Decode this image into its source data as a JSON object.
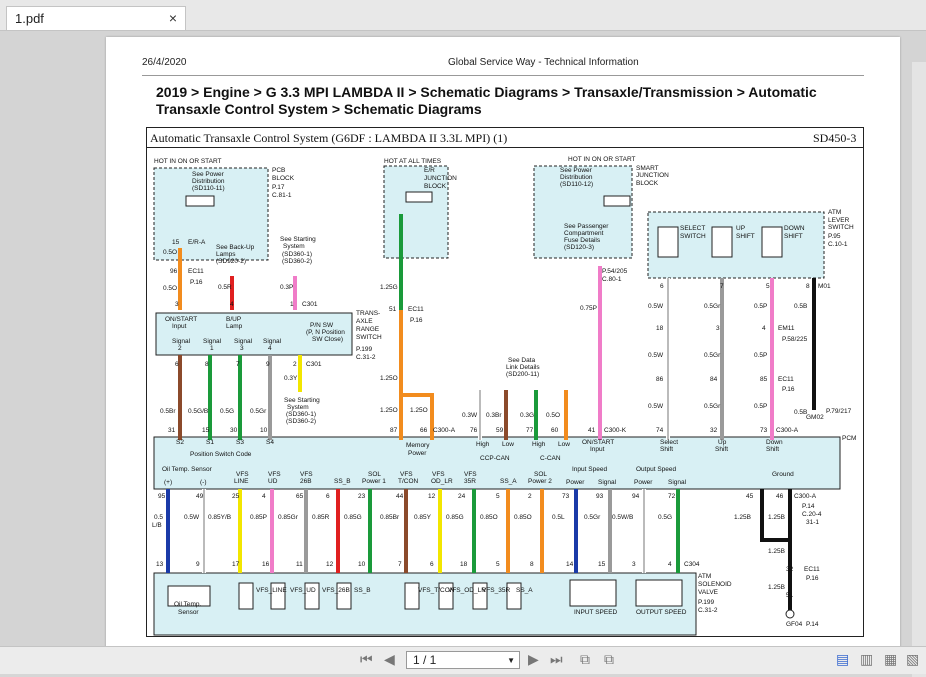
{
  "tab": {
    "title": "1.pdf",
    "close": "×"
  },
  "header": {
    "date": "26/4/2020",
    "site": "Global Service Way - Technical Information",
    "breadcrumb_line1": "2019 > Engine > G 3.3 MPI LAMBDA II > Schematic Diagrams > Transaxle/Transmission > Automatic",
    "breadcrumb_line2": "Transaxle Control System > Schematic Diagrams"
  },
  "diagram": {
    "title": "Automatic Transaxle Control System (G6DF : LAMBDA II 3.3L MPI) (1)",
    "code": "SD450-3",
    "texts": [
      [
        "HOT IN ON OR START",
        154,
        163
      ],
      [
        "HOT AT ALL TIMES",
        384,
        163
      ],
      [
        "HOT IN ON OR START",
        568,
        161
      ],
      [
        "See Power",
        192,
        176
      ],
      [
        "Distribution",
        192,
        183
      ],
      [
        "(SD110-11)",
        192,
        190
      ],
      [
        "PCB",
        272,
        172
      ],
      [
        "BLOCK",
        272,
        180
      ],
      [
        "P.17",
        272,
        189
      ],
      [
        "C.81-1",
        272,
        197
      ],
      [
        "E/R",
        424,
        172
      ],
      [
        "JUNCTION",
        424,
        180
      ],
      [
        "BLOCK",
        424,
        188
      ],
      [
        "See Power",
        560,
        172
      ],
      [
        "Distribution",
        560,
        179
      ],
      [
        "(SD110-12)",
        560,
        186
      ],
      [
        "SMART",
        636,
        170
      ],
      [
        "JUNCTION",
        636,
        177
      ],
      [
        "BLOCK",
        636,
        185
      ],
      [
        "See Passenger",
        564,
        228
      ],
      [
        "Compartment",
        564,
        235
      ],
      [
        "Fuse Details",
        564,
        242
      ],
      [
        "(SD120-3)",
        564,
        249
      ],
      [
        "P.54/205",
        602,
        273
      ],
      [
        "C.80-1",
        602,
        281
      ],
      [
        "ATM",
        828,
        214
      ],
      [
        "LEVER",
        828,
        222
      ],
      [
        "SWITCH",
        828,
        229
      ],
      [
        "P.95",
        828,
        238
      ],
      [
        "C.10-1",
        828,
        246
      ],
      [
        "SELECT",
        680,
        230
      ],
      [
        "SWITCH",
        680,
        238
      ],
      [
        "UP",
        736,
        230
      ],
      [
        "SHIFT",
        736,
        238
      ],
      [
        "DOWN",
        784,
        230
      ],
      [
        "SHIFT",
        784,
        238
      ],
      [
        "15",
        172,
        244
      ],
      [
        "E/R-A",
        188,
        244
      ],
      [
        "0.5O",
        163,
        254
      ],
      [
        "96",
        170,
        273
      ],
      [
        "EC11",
        188,
        273
      ],
      [
        "P.16",
        190,
        284
      ],
      [
        "0.5O",
        163,
        290
      ],
      [
        "3",
        175,
        306
      ],
      [
        "See Back-Up",
        216,
        249
      ],
      [
        "Lamps",
        216,
        256
      ],
      [
        "(SD920-2)",
        216,
        263
      ],
      [
        "0.5R",
        218,
        289
      ],
      [
        "4",
        230,
        306
      ],
      [
        "See Starting",
        280,
        241
      ],
      [
        "System",
        283,
        248
      ],
      [
        "(SD360-1)",
        282,
        256
      ],
      [
        "(SD360-2)",
        282,
        263
      ],
      [
        "0.3P",
        280,
        289
      ],
      [
        "1",
        290,
        306
      ],
      [
        "C301",
        302,
        306
      ],
      [
        "1.25G",
        380,
        289
      ],
      [
        "51",
        389,
        311
      ],
      [
        "EC11",
        408,
        311
      ],
      [
        "P.16",
        410,
        322
      ],
      [
        "TRANS-",
        356,
        315
      ],
      [
        "AXLE",
        356,
        323
      ],
      [
        "RANGE",
        356,
        331
      ],
      [
        "SWITCH",
        356,
        339
      ],
      [
        "P.199",
        356,
        351
      ],
      [
        "C.31-2",
        356,
        359
      ],
      [
        "ON/START",
        165,
        321
      ],
      [
        "Input",
        172,
        328
      ],
      [
        "B/UP",
        226,
        321
      ],
      [
        "Lamp",
        226,
        328
      ],
      [
        "P/N SW",
        310,
        327
      ],
      [
        "(P, N Position",
        306,
        334
      ],
      [
        "SW Close)",
        312,
        341
      ],
      [
        "Signal",
        172,
        343
      ],
      [
        "Signal",
        203,
        343
      ],
      [
        "Signal",
        234,
        343
      ],
      [
        "Signal",
        263,
        343
      ],
      [
        "2",
        178,
        350
      ],
      [
        "1",
        210,
        350
      ],
      [
        "3",
        240,
        350
      ],
      [
        "4",
        268,
        350
      ],
      [
        "6",
        175,
        366
      ],
      [
        "8",
        205,
        366
      ],
      [
        "7",
        236,
        366
      ],
      [
        "9",
        266,
        366
      ],
      [
        "2",
        293,
        366
      ],
      [
        "C301",
        306,
        366
      ],
      [
        "0.3Y",
        284,
        380
      ],
      [
        "See Starting",
        284,
        402
      ],
      [
        "System",
        287,
        409
      ],
      [
        "(SD360-1)",
        286,
        416
      ],
      [
        "(SD360-2)",
        286,
        423
      ],
      [
        "1.25O",
        380,
        380
      ],
      [
        "1.25O",
        380,
        412
      ],
      [
        "1.25O",
        410,
        412
      ],
      [
        "0.5Br",
        160,
        413
      ],
      [
        "0.5G/B",
        188,
        413
      ],
      [
        "0.5G",
        220,
        413
      ],
      [
        "0.5Gr",
        250,
        413
      ],
      [
        "31",
        168,
        432
      ],
      [
        "15",
        202,
        432
      ],
      [
        "30",
        230,
        432
      ],
      [
        "10",
        260,
        432
      ],
      [
        "87",
        390,
        432
      ],
      [
        "66",
        420,
        432
      ],
      [
        "C300-A",
        433,
        432
      ],
      [
        "See Data",
        508,
        362
      ],
      [
        "Link Details",
        506,
        369
      ],
      [
        "(SD200-11)",
        506,
        376
      ],
      [
        "0.3W",
        462,
        417
      ],
      [
        "0.3Br",
        486,
        417
      ],
      [
        "0.3G",
        520,
        417
      ],
      [
        "0.5O",
        546,
        417
      ],
      [
        "76",
        470,
        432
      ],
      [
        "59",
        496,
        432
      ],
      [
        "77",
        526,
        432
      ],
      [
        "60",
        551,
        432
      ],
      [
        "0.75P",
        580,
        310
      ],
      [
        "41",
        588,
        432
      ],
      [
        "C300-K",
        604,
        432
      ],
      [
        "6",
        660,
        288
      ],
      [
        "7",
        720,
        288
      ],
      [
        "5",
        766,
        288
      ],
      [
        "8",
        806,
        288
      ],
      [
        "M01",
        818,
        288
      ],
      [
        "0.5W",
        648,
        308
      ],
      [
        "0.5Gr",
        704,
        308
      ],
      [
        "0.5P",
        754,
        308
      ],
      [
        "0.5B",
        794,
        308
      ],
      [
        "18",
        656,
        330
      ],
      [
        "3",
        716,
        330
      ],
      [
        "4",
        762,
        330
      ],
      [
        "EM11",
        778,
        330
      ],
      [
        "P.58/225",
        782,
        341
      ],
      [
        "0.5W",
        648,
        357
      ],
      [
        "0.5Gr",
        704,
        357
      ],
      [
        "0.5P",
        754,
        357
      ],
      [
        "86",
        656,
        381
      ],
      [
        "84",
        710,
        381
      ],
      [
        "85",
        760,
        381
      ],
      [
        "EC11",
        778,
        381
      ],
      [
        "P.16",
        782,
        391
      ],
      [
        "0.5W",
        648,
        408
      ],
      [
        "0.5Gr",
        704,
        408
      ],
      [
        "0.5P",
        754,
        408
      ],
      [
        "0.5B",
        794,
        414
      ],
      [
        "P.79/217",
        826,
        413
      ],
      [
        "74",
        656,
        432
      ],
      [
        "32",
        710,
        432
      ],
      [
        "73",
        760,
        432
      ],
      [
        "C300-A",
        776,
        432
      ],
      [
        "GM02",
        806,
        419
      ],
      [
        "S2",
        176,
        444
      ],
      [
        "S1",
        206,
        444
      ],
      [
        "S3",
        236,
        444
      ],
      [
        "S4",
        266,
        444
      ],
      [
        "Position Switch Code",
        190,
        456
      ],
      [
        "Memory",
        406,
        447
      ],
      [
        "Power",
        408,
        455
      ],
      [
        "High",
        476,
        446
      ],
      [
        "Low",
        502,
        446
      ],
      [
        "CCP-CAN",
        480,
        460
      ],
      [
        "High",
        532,
        446
      ],
      [
        "Low",
        558,
        446
      ],
      [
        "C-CAN",
        540,
        460
      ],
      [
        "ON/START",
        582,
        444
      ],
      [
        "Input",
        590,
        451
      ],
      [
        "Select",
        660,
        444
      ],
      [
        "Shift",
        660,
        451
      ],
      [
        "Up",
        718,
        444
      ],
      [
        "Shift",
        715,
        451
      ],
      [
        "Down",
        766,
        444
      ],
      [
        "Shift",
        766,
        451
      ],
      [
        "PCM",
        842,
        440
      ],
      [
        "Oil Temp. Sensor",
        162,
        471
      ],
      [
        "(+)",
        164,
        484
      ],
      [
        "(-)",
        200,
        484
      ],
      [
        "VFS",
        236,
        476
      ],
      [
        "LINE",
        234,
        483
      ],
      [
        "VFS",
        268,
        476
      ],
      [
        "UD",
        268,
        483
      ],
      [
        "VFS",
        300,
        476
      ],
      [
        "26B",
        300,
        483
      ],
      [
        "SS_B",
        334,
        483
      ],
      [
        "SOL",
        368,
        476
      ],
      [
        "Power 1",
        362,
        483
      ],
      [
        "VFS",
        400,
        476
      ],
      [
        "T/CON",
        398,
        483
      ],
      [
        "VFS",
        432,
        476
      ],
      [
        "OD_LR",
        431,
        483
      ],
      [
        "VFS",
        464,
        476
      ],
      [
        "35R",
        464,
        483
      ],
      [
        "SS_A",
        500,
        483
      ],
      [
        "SOL",
        534,
        476
      ],
      [
        "Power 2",
        528,
        483
      ],
      [
        "Input Speed",
        572,
        471
      ],
      [
        "Power",
        566,
        484
      ],
      [
        "Signal",
        598,
        484
      ],
      [
        "Output Speed",
        636,
        471
      ],
      [
        "Power",
        634,
        484
      ],
      [
        "Signal",
        668,
        484
      ],
      [
        "Ground",
        772,
        476
      ],
      [
        "95",
        158,
        498
      ],
      [
        "49",
        196,
        498
      ],
      [
        "25",
        232,
        498
      ],
      [
        "4",
        262,
        498
      ],
      [
        "65",
        296,
        498
      ],
      [
        "6",
        326,
        498
      ],
      [
        "23",
        358,
        498
      ],
      [
        "44",
        396,
        498
      ],
      [
        "12",
        428,
        498
      ],
      [
        "24",
        458,
        498
      ],
      [
        "5",
        496,
        498
      ],
      [
        "2",
        528,
        498
      ],
      [
        "73",
        562,
        498
      ],
      [
        "93",
        596,
        498
      ],
      [
        "94",
        632,
        498
      ],
      [
        "72",
        668,
        498
      ],
      [
        "45",
        746,
        498
      ],
      [
        "46",
        776,
        498
      ],
      [
        "C300-A",
        794,
        498
      ],
      [
        "0.5",
        154,
        519
      ],
      [
        "L/B",
        152,
        527
      ],
      [
        "0.5W",
        184,
        519
      ],
      [
        "0.85Y/B",
        208,
        519
      ],
      [
        "0.85P",
        250,
        519
      ],
      [
        "0.85Gr",
        278,
        519
      ],
      [
        "0.85R",
        312,
        519
      ],
      [
        "0.85G",
        344,
        519
      ],
      [
        "0.85Br",
        380,
        519
      ],
      [
        "0.85Y",
        414,
        519
      ],
      [
        "0.85G",
        446,
        519
      ],
      [
        "0.85O",
        480,
        519
      ],
      [
        "0.85O",
        514,
        519
      ],
      [
        "0.5L",
        552,
        519
      ],
      [
        "0.5Gr",
        584,
        519
      ],
      [
        "0.5W/B",
        612,
        519
      ],
      [
        "0.5G",
        658,
        519
      ],
      [
        "1.25B",
        734,
        519
      ],
      [
        "1.25B",
        768,
        519
      ],
      [
        "P.14",
        802,
        508
      ],
      [
        "C.20-4",
        802,
        516
      ],
      [
        "31-1",
        806,
        524
      ],
      [
        "1.25B",
        768,
        553
      ],
      [
        "32",
        786,
        571
      ],
      [
        "EC11",
        804,
        571
      ],
      [
        "P.16",
        806,
        580
      ],
      [
        "1.25B",
        768,
        589
      ],
      [
        "51",
        786,
        597
      ],
      [
        "GF04",
        786,
        626
      ],
      [
        "P.14",
        806,
        626
      ],
      [
        "13",
        156,
        566
      ],
      [
        "9",
        196,
        566
      ],
      [
        "17",
        232,
        566
      ],
      [
        "16",
        262,
        566
      ],
      [
        "11",
        296,
        566
      ],
      [
        "12",
        326,
        566
      ],
      [
        "10",
        358,
        566
      ],
      [
        "7",
        398,
        566
      ],
      [
        "6",
        430,
        566
      ],
      [
        "18",
        460,
        566
      ],
      [
        "5",
        496,
        566
      ],
      [
        "8",
        530,
        566
      ],
      [
        "14",
        566,
        566
      ],
      [
        "15",
        598,
        566
      ],
      [
        "3",
        632,
        566
      ],
      [
        "4",
        668,
        566
      ],
      [
        "C304",
        684,
        566
      ],
      [
        "ATM",
        698,
        578
      ],
      [
        "SOLENOID",
        698,
        586
      ],
      [
        "VALVE",
        698,
        594
      ],
      [
        "P.199",
        698,
        604
      ],
      [
        "C.31-2",
        698,
        612
      ],
      [
        "Oil Temp.",
        174,
        606
      ],
      [
        "Sensor",
        178,
        614
      ],
      [
        "INPUT SPEED",
        574,
        614
      ],
      [
        "OUTPUT SPEED",
        636,
        614
      ],
      [
        "VFS_LINE",
        256,
        592
      ],
      [
        "VFS_UD",
        290,
        592
      ],
      [
        "VFS_26B",
        322,
        592
      ],
      [
        "SS_B",
        354,
        592
      ],
      [
        "VFS_T/CON",
        418,
        592
      ],
      [
        "VFS_OD_LR",
        448,
        592
      ],
      [
        "VFS_35R",
        482,
        592
      ],
      [
        "SS_A",
        516,
        592
      ]
    ]
  },
  "wire_colors": {
    "orange": "#f28c1e",
    "red": "#e02020",
    "pink": "#f07cc8",
    "green": "#1a9a3a",
    "brown": "#8b4a2b",
    "gray": "#9a9a9a",
    "yellow": "#f2e600",
    "black": "#111111",
    "blue": "#1a3aa8",
    "white": "#ffffff",
    "teal_box": "#d8f0f4"
  },
  "toolbar": {
    "page_value": "1 / 1",
    "first": "⏮",
    "prev": "◀",
    "next": "▶",
    "last": "⏭"
  }
}
